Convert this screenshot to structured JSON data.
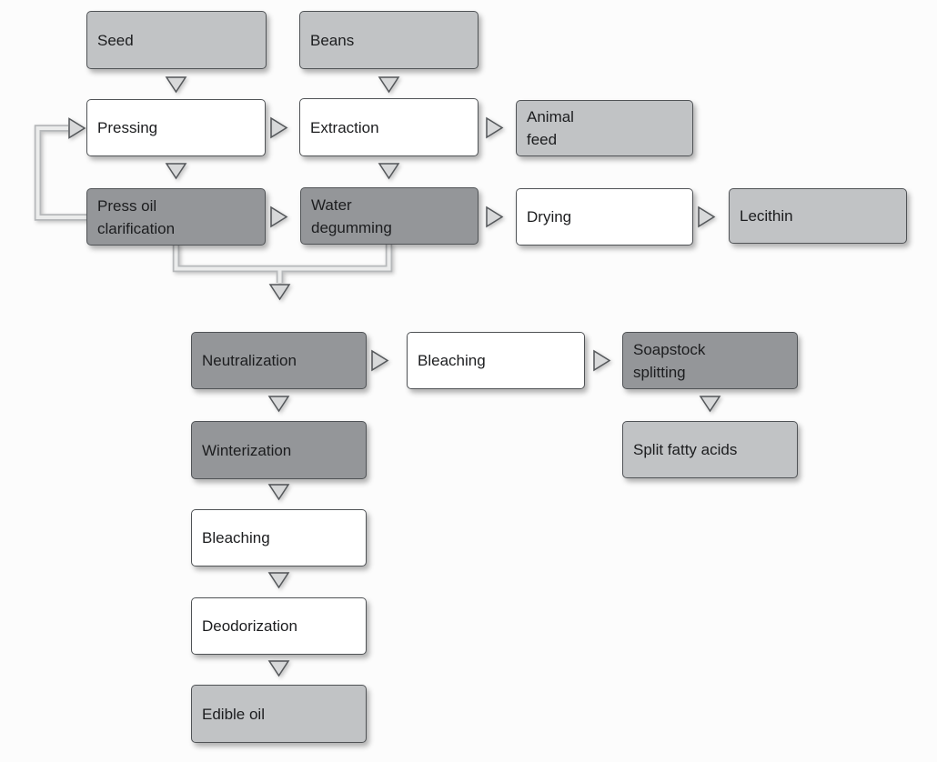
{
  "diagram_type": "flowchart",
  "nodes": [
    {
      "id": "seed",
      "label": "Seed",
      "variant": "light"
    },
    {
      "id": "beans",
      "label": "Beans",
      "variant": "light"
    },
    {
      "id": "pressing",
      "label": "Pressing",
      "variant": "white"
    },
    {
      "id": "extraction",
      "label": "Extraction",
      "variant": "white"
    },
    {
      "id": "animal-feed",
      "label": "Animal\nfeed",
      "variant": "light"
    },
    {
      "id": "press-oil-clarification",
      "label": "Press oil\nclarification",
      "variant": "dark"
    },
    {
      "id": "water-degumming",
      "label": "Water\ndegumming",
      "variant": "dark"
    },
    {
      "id": "drying",
      "label": "Drying",
      "variant": "white"
    },
    {
      "id": "lecithin",
      "label": "Lecithin",
      "variant": "light"
    },
    {
      "id": "neutralization",
      "label": "Neutralization",
      "variant": "dark"
    },
    {
      "id": "bleaching-1",
      "label": "Bleaching",
      "variant": "white"
    },
    {
      "id": "soapstock-splitting",
      "label": "Soapstock\nsplitting",
      "variant": "dark"
    },
    {
      "id": "split-fatty-acids",
      "label": "Split fatty acids",
      "variant": "light"
    },
    {
      "id": "winterization",
      "label": "Winterization",
      "variant": "dark"
    },
    {
      "id": "bleaching-2",
      "label": "Bleaching",
      "variant": "white"
    },
    {
      "id": "deodorization",
      "label": "Deodorization",
      "variant": "white"
    },
    {
      "id": "edible-oil",
      "label": "Edible oil",
      "variant": "light"
    }
  ],
  "edges": [
    {
      "from": "seed",
      "to": "pressing",
      "direction": "down"
    },
    {
      "from": "beans",
      "to": "extraction",
      "direction": "down"
    },
    {
      "from": "pressing",
      "to": "extraction",
      "direction": "right"
    },
    {
      "from": "extraction",
      "to": "animal-feed",
      "direction": "right"
    },
    {
      "from": "pressing",
      "to": "press-oil-clarification",
      "direction": "down"
    },
    {
      "from": "extraction",
      "to": "water-degumming",
      "direction": "down"
    },
    {
      "from": "press-oil-clarification",
      "to": "pressing",
      "direction": "loop-left"
    },
    {
      "from": "press-oil-clarification",
      "to": "water-degumming",
      "direction": "right"
    },
    {
      "from": "water-degumming",
      "to": "drying",
      "direction": "right"
    },
    {
      "from": "drying",
      "to": "lecithin",
      "direction": "right"
    },
    {
      "from": "press-oil-clarification + water-degumming",
      "to": "neutralization",
      "direction": "merge-down"
    },
    {
      "from": "neutralization",
      "to": "bleaching-1",
      "direction": "right"
    },
    {
      "from": "bleaching-1",
      "to": "soapstock-splitting",
      "direction": "right"
    },
    {
      "from": "soapstock-splitting",
      "to": "split-fatty-acids",
      "direction": "down"
    },
    {
      "from": "neutralization",
      "to": "winterization",
      "direction": "down"
    },
    {
      "from": "winterization",
      "to": "bleaching-2",
      "direction": "down"
    },
    {
      "from": "bleaching-2",
      "to": "deodorization",
      "direction": "down"
    },
    {
      "from": "deodorization",
      "to": "edible-oil",
      "direction": "down"
    }
  ],
  "colors": {
    "bg": "#fcfcfc",
    "box-light": "#c1c3c5",
    "box-dark": "#949699",
    "box-white": "#ffffff",
    "box-border": "#505356",
    "text": "#1c1d1f",
    "pipe-outer": "#b6b8ba",
    "pipe-inner": "#ebecec",
    "arrow-fill": "#d8d9da",
    "arrow-stroke": "#54575a"
  }
}
